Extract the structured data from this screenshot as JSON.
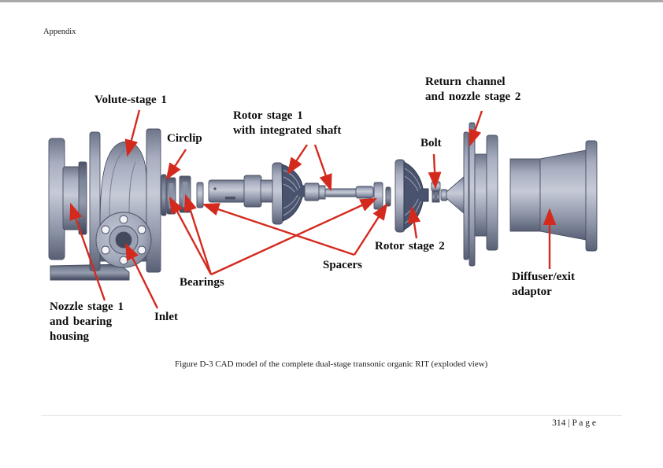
{
  "page": {
    "header_text": "Appendix",
    "footer_page": "314 | P a g e"
  },
  "figure": {
    "caption": "Figure D-3 CAD model of the complete dual-stage transonic organic RIT (exploded view)",
    "labels": {
      "volute": "Volute-stage 1",
      "circlip": "Circlip",
      "rotor1": "Rotor stage 1\nwith integrated shaft",
      "bolt": "Bolt",
      "return_channel": "Return channel\nand nozzle stage 2",
      "rotor2": "Rotor stage 2",
      "spacers": "Spacers",
      "bearings": "Bearings",
      "nozzle1": "Nozzle stage 1\nand bearing\nhousing",
      "inlet": "Inlet",
      "diffuser": "Diffuser/exit\nadaptor"
    },
    "colors": {
      "arrow_red": "#d42a1e",
      "part_light": "#c6cbd7",
      "part_mid": "#9aa1b3",
      "part_dark": "#5f667b",
      "blade_dark": "#4a536d"
    }
  }
}
